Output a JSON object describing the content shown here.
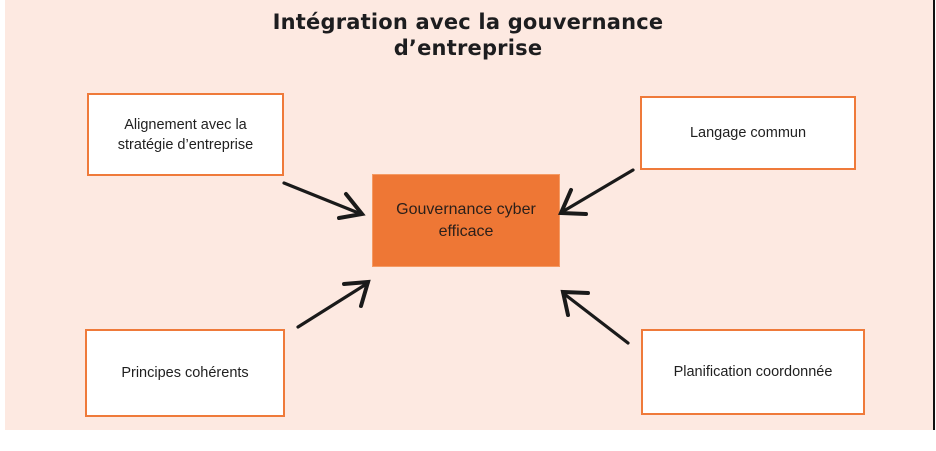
{
  "title": {
    "line1": "Intégration avec la gouvernance",
    "line2": "d’entreprise"
  },
  "center": {
    "label": "Gouvernance cyber efficace",
    "color": "#ee7735"
  },
  "nodes": {
    "top_left": {
      "label_line1": "Alignement avec la",
      "label_line2": "stratégie d’entreprise"
    },
    "top_right": {
      "label": "Langage commun"
    },
    "bottom_left": {
      "label": "Principes cohérents"
    },
    "bottom_right": {
      "label": "Planification coordonnée"
    }
  },
  "colors": {
    "background": "#fde9e1",
    "box_border": "#ef7a3a",
    "arrow": "#1a1a1a"
  }
}
